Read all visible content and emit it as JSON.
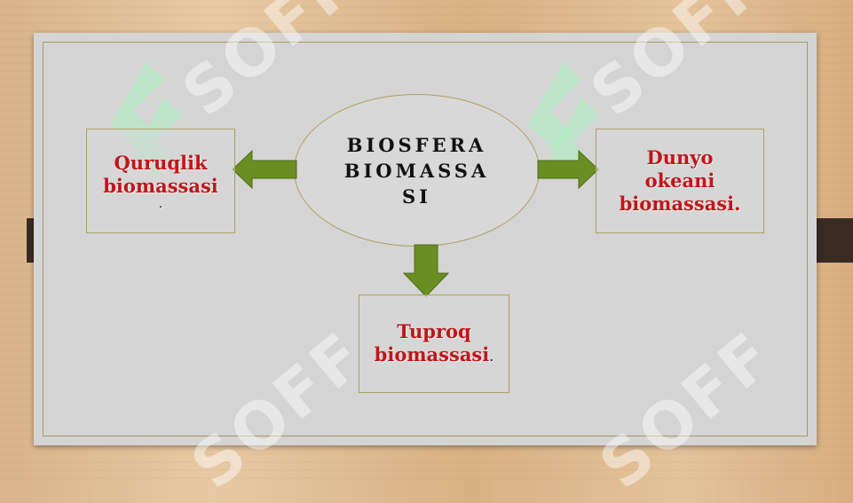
{
  "center": {
    "line1": "BIOSFERA",
    "line2": "BIOMASSA",
    "line3": "SI"
  },
  "left_box": {
    "line1": "Quruqlik",
    "line2": "biomassasi",
    "suffix": "."
  },
  "right_box": {
    "line1": "Dunyo",
    "line2": "okeani",
    "line3": "biomassasi."
  },
  "bottom_box": {
    "line1": "Tuproq",
    "line2": "biomassasi",
    "suffix": "."
  },
  "watermark": {
    "text": "SOFF"
  },
  "colors": {
    "label_red": "#c0161a",
    "arrow_green": "#6b8e23",
    "panel_gray": "#d4d4d4",
    "border_gold": "#b29b5e"
  }
}
